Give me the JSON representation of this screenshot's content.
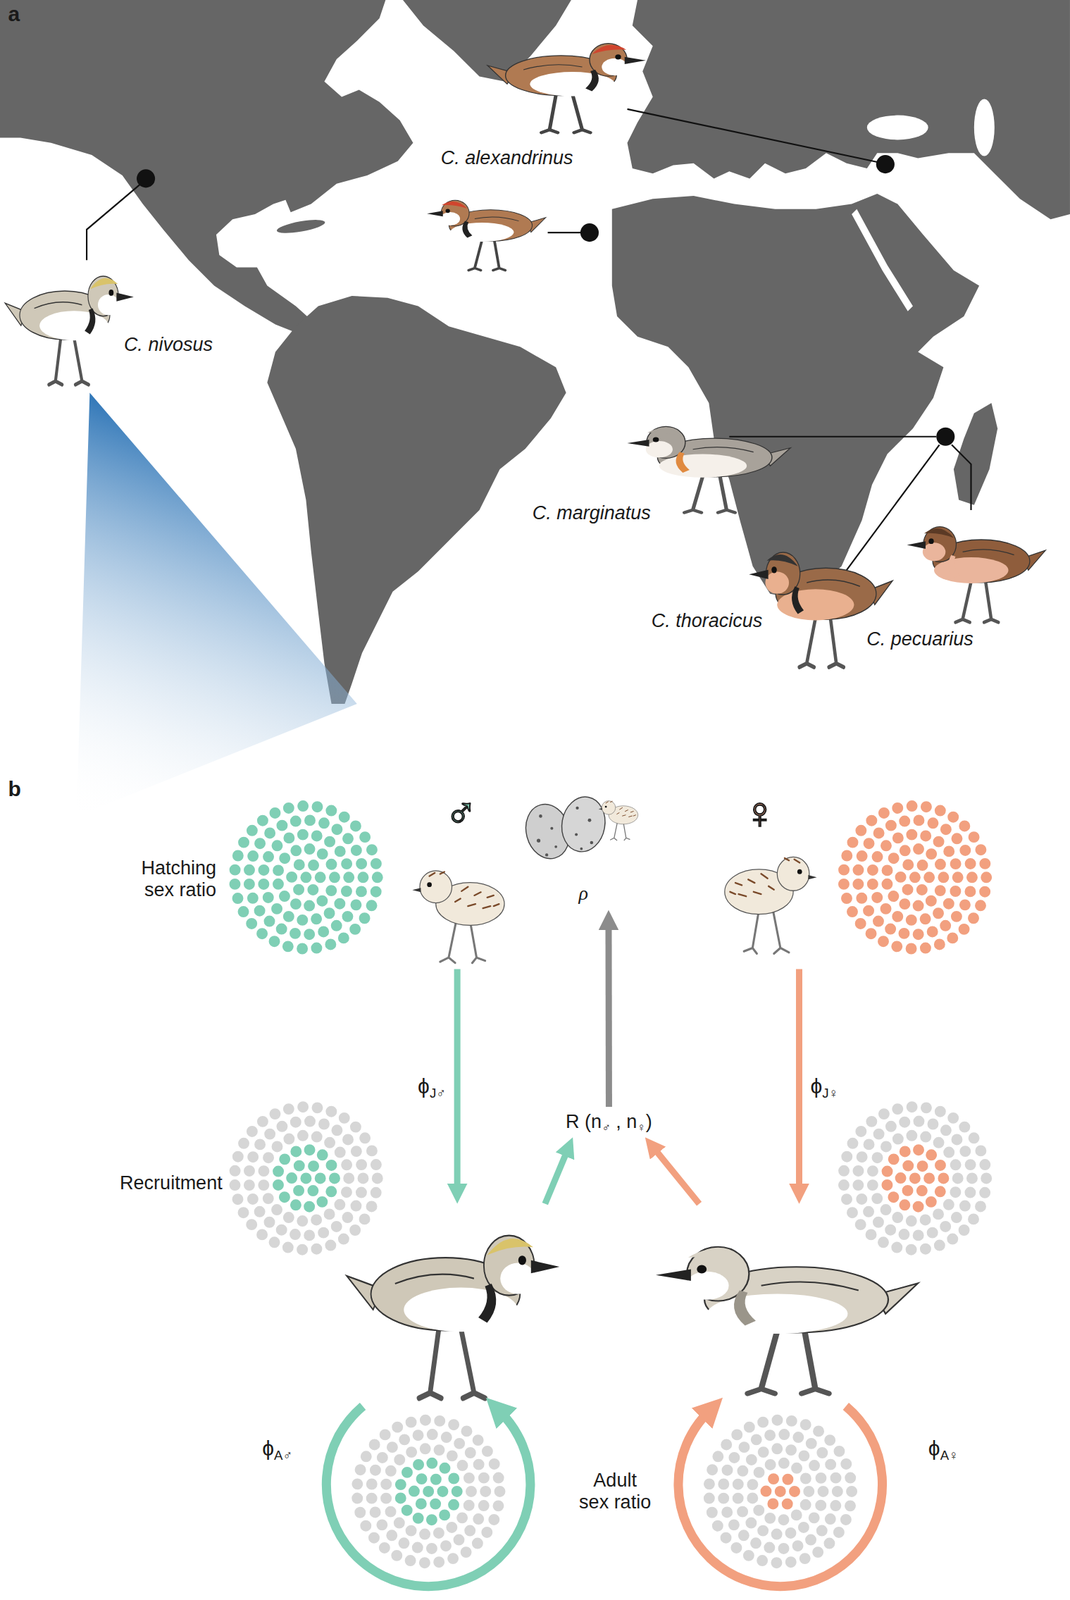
{
  "diagram": {
    "nodes": [
      {
        "text": [
          "♂"
        ]
      },
      {
        "text": [
          "ρ"
        ]
      },
      {
        "text": [
          "♀"
        ]
      },
      {
        "text": [
          "R (n♂ , n♀)"
        ]
      },
      {
        "text": [
          "ϕA♂"
        ]
      },
      {
        "text": [
          "ϕA♀"
        ]
      }
    ],
    "edges": [
      {
        "from": 0,
        "to": 4,
        "arrow": "to",
        "label": "ϕJ♂"
      },
      {
        "from": 2,
        "to": 5,
        "arrow": "to",
        "label": "ϕJ♀"
      },
      {
        "from": 4,
        "to": 3,
        "arrow": "to"
      },
      {
        "from": 5,
        "to": 3,
        "arrow": "to"
      },
      {
        "from": 3,
        "to": 1,
        "arrow": "to"
      }
    ],
    "labels": [
      "a",
      "b",
      "C. alexandrinus",
      "C. nivosus",
      "C. marginatus",
      "C. thoracicus",
      "C. pecuarius",
      "Hatching sex ratio",
      "Recruitment",
      "Adult sex ratio"
    ]
  }
}
